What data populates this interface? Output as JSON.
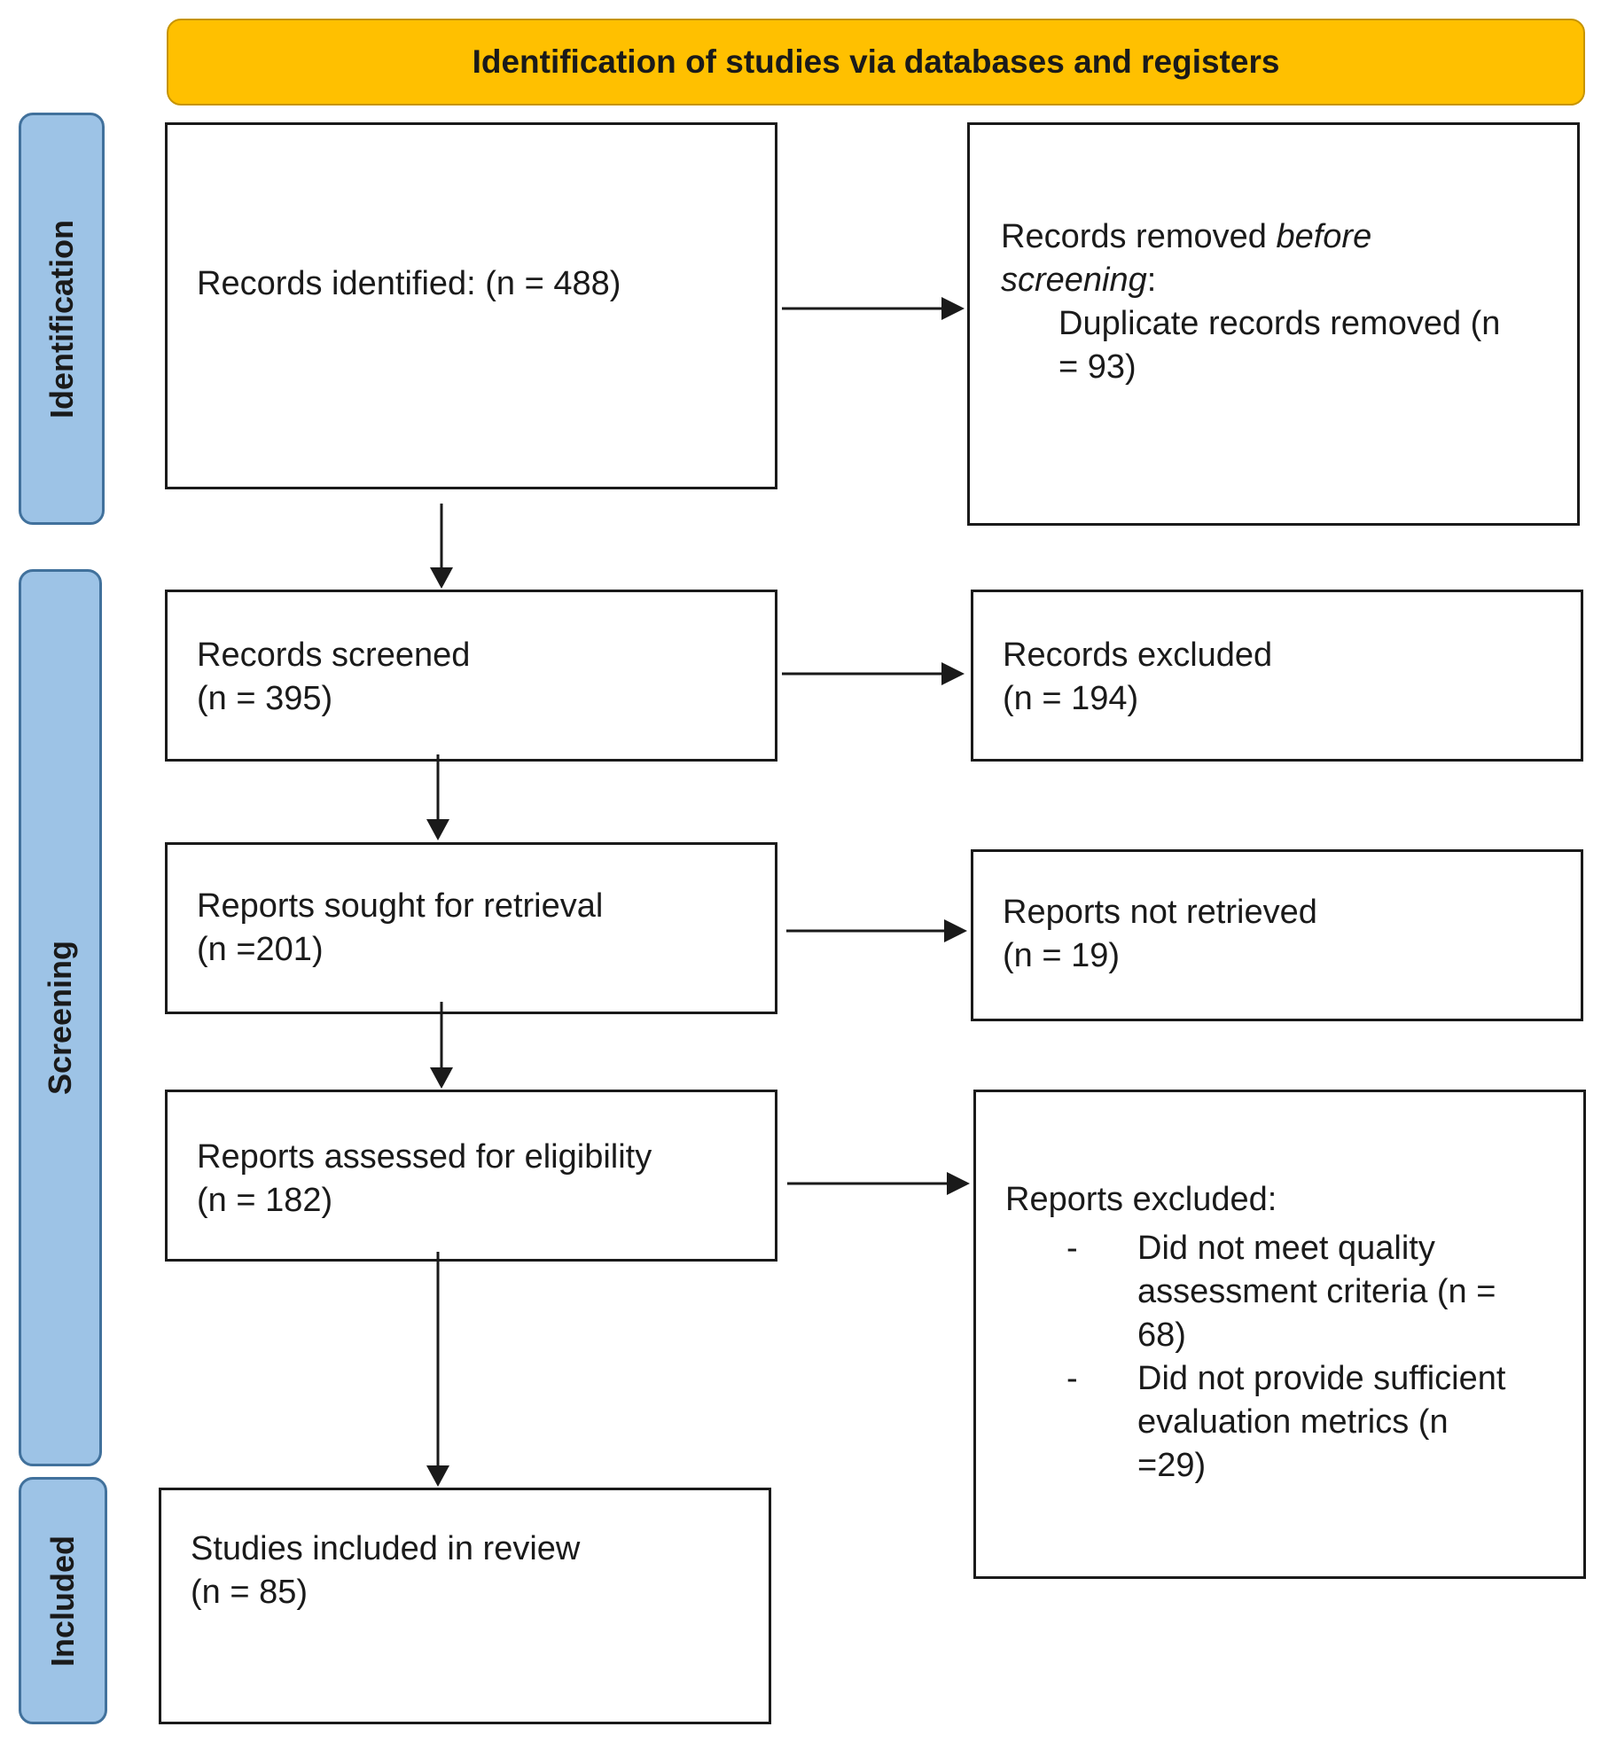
{
  "header": "Identification of studies via databases and registers",
  "phases": {
    "identification": "Identification",
    "screening": "Screening",
    "included": "Included"
  },
  "boxes": {
    "records_identified": {
      "text": "Records identified: (n = 488)"
    },
    "records_removed": {
      "line1_prefix": "Records removed ",
      "line1_italic": "before",
      "line2_italic": "screening",
      "line2_suffix": ":",
      "item_line1": "Duplicate records removed (n",
      "item_line2": "= 93)"
    },
    "records_screened": {
      "line1": "Records screened",
      "line2": "(n = 395)"
    },
    "records_excluded": {
      "line1": "Records excluded",
      "line2": "(n = 194)"
    },
    "reports_sought": {
      "line1": "Reports sought for retrieval",
      "line2": "(n =201)"
    },
    "reports_not_retrieved": {
      "line1": "Reports not retrieved",
      "line2": "(n = 19)"
    },
    "reports_assessed": {
      "line1": "Reports assessed for eligibility",
      "line2": "(n = 182)"
    },
    "reports_excluded": {
      "title": "Reports excluded:",
      "bullet": "-",
      "items": [
        {
          "l1": "Did not meet quality",
          "l2": "assessment criteria (n =",
          "l3": "68)"
        },
        {
          "l1": "Did not provide sufficient",
          "l2": "evaluation metrics (n",
          "l3": "=29)"
        }
      ]
    },
    "studies_included": {
      "line1": "Studies included in review",
      "line2": "(n = 85)"
    }
  },
  "colors": {
    "header_fill": "#ffc000",
    "phase_fill": "#9dc3e6",
    "phase_border": "#41719c",
    "box_border": "#1a1a1a"
  }
}
